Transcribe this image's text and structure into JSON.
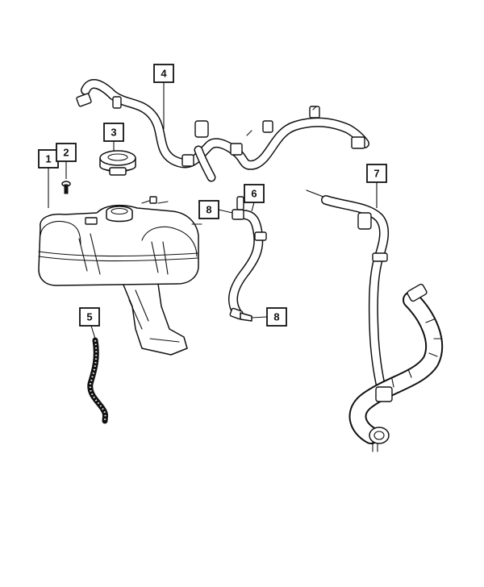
{
  "diagram": {
    "callouts": [
      {
        "id": "callout-1",
        "label": "1"
      },
      {
        "id": "callout-2",
        "label": "2"
      },
      {
        "id": "callout-3",
        "label": "3"
      },
      {
        "id": "callout-4",
        "label": "4"
      },
      {
        "id": "callout-5",
        "label": "5"
      },
      {
        "id": "callout-6",
        "label": "6"
      },
      {
        "id": "callout-7",
        "label": "7"
      },
      {
        "id": "callout-8a",
        "label": "8"
      },
      {
        "id": "callout-8b",
        "label": "8"
      }
    ],
    "colors": {
      "line": "#111111",
      "background": "#ffffff"
    }
  }
}
